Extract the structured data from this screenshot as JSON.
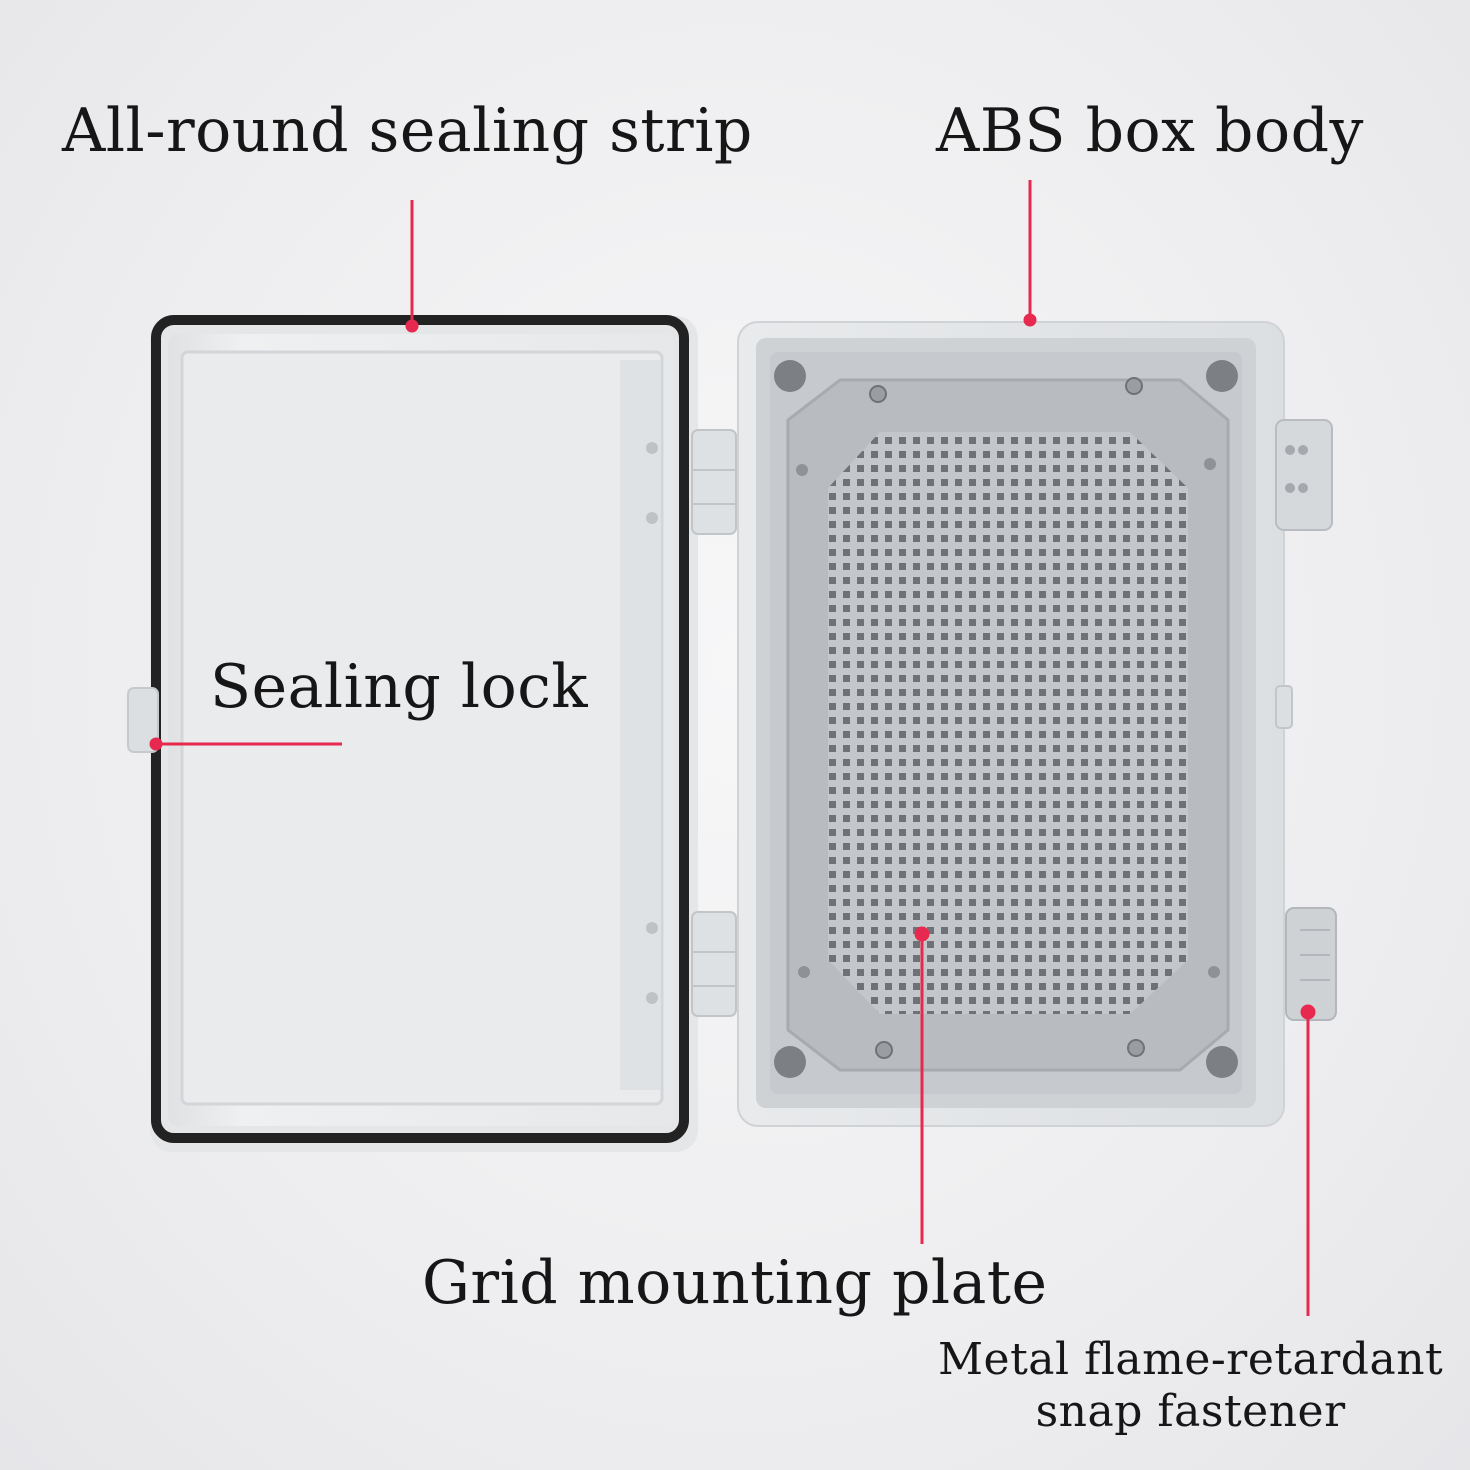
{
  "colors": {
    "callout": "#e8294f",
    "plastic_light": "#eceef0",
    "plastic_mid": "#d9dcdf",
    "plate_grey": "#b9bcc0",
    "gasket": "#222222"
  },
  "callouts": {
    "sealing_strip": "All-round sealing strip",
    "box_body": "ABS box body",
    "sealing_lock": "Sealing lock",
    "mounting_plate": "Grid mounting plate",
    "snap_fastener_line1": "Metal flame-retardant",
    "snap_fastener_line2": "snap fastener"
  }
}
